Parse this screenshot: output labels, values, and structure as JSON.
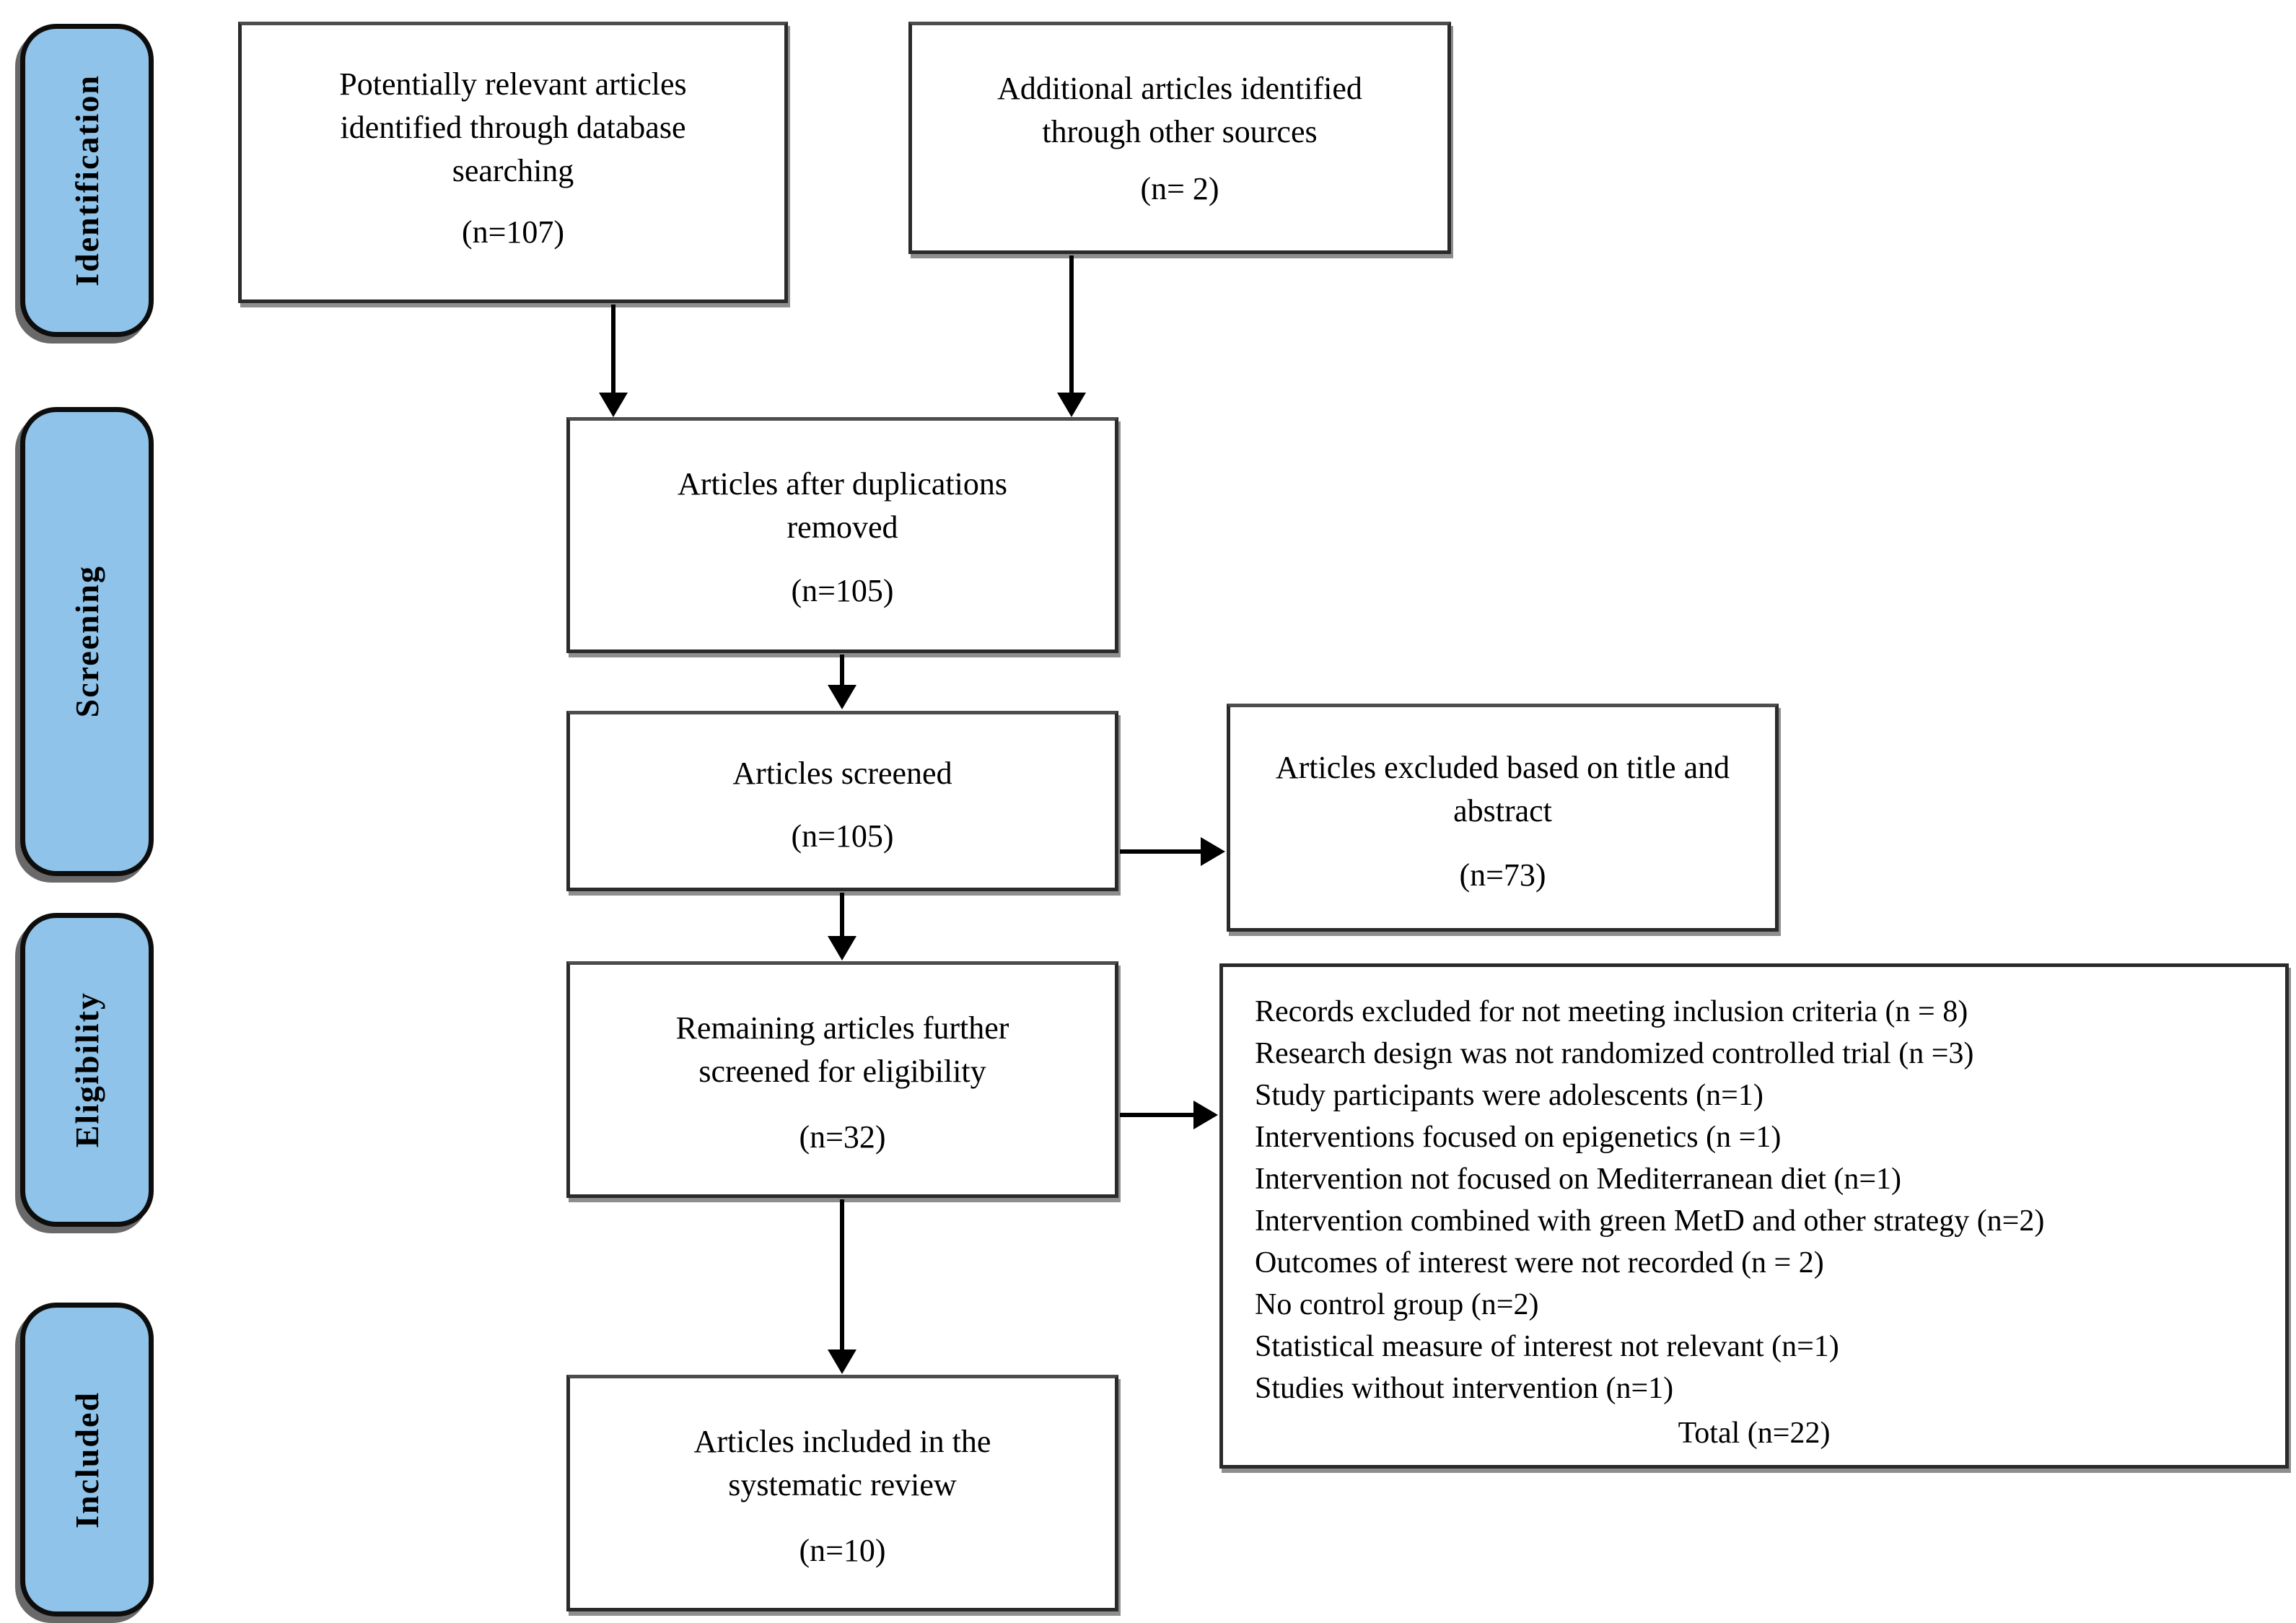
{
  "stages": [
    {
      "label": "Identification"
    },
    {
      "label": "Screening"
    },
    {
      "label": "Eligibility"
    },
    {
      "label": "Included"
    }
  ],
  "boxes": {
    "database": {
      "label": "Potentially relevant articles identified through database searching",
      "count": "(n=107)"
    },
    "other_sources": {
      "label": "Additional articles identified through other sources",
      "count": "(n= 2)"
    },
    "deduplicated": {
      "label": "Articles after duplications removed",
      "count": "(n=105)"
    },
    "screened": {
      "label": "Articles screened",
      "count": "(n=105)"
    },
    "excluded_title_abstract": {
      "label": "Articles excluded based on title and abstract",
      "count": "(n=73)"
    },
    "eligibility": {
      "label": "Remaining articles further screened for eligibility",
      "count": "(n=32)"
    },
    "included": {
      "label": "Articles included in the systematic review",
      "count": "(n=10)"
    }
  },
  "exclusions": {
    "lines": [
      "Records excluded for not meeting inclusion criteria (n = 8)",
      "Research design was not randomized controlled trial (n =3)",
      "Study participants were adolescents (n=1)",
      "Interventions focused on epigenetics (n =1)",
      "Intervention not focused on Mediterranean diet (n=1)",
      "Intervention combined with green MetD and other strategy (n=2)",
      "Outcomes of interest were not recorded (n = 2)",
      "No control group (n=2)",
      "Statistical measure of interest not relevant (n=1)",
      "Studies without intervention (n=1)"
    ],
    "total": "Total (n=22)"
  },
  "colors": {
    "stage_fill": "#8FC3E9",
    "line": "#000000"
  }
}
